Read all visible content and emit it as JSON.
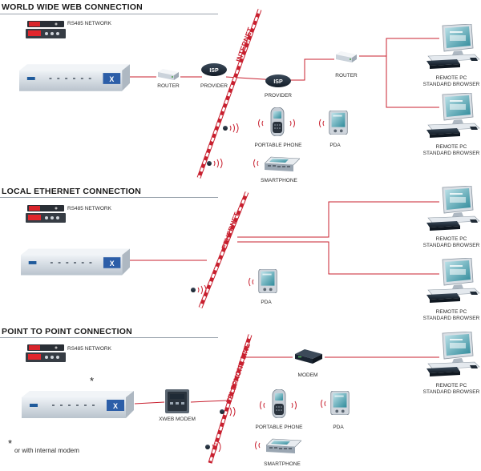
{
  "sections": [
    {
      "title": "WORLD WIDE WEB CONNECTION"
    },
    {
      "title": "LOCAL ETHERNET CONNECTION"
    },
    {
      "title": "POINT TO POINT CONNECTION"
    }
  ],
  "labels": {
    "rs485": "RS485 NETWORK",
    "router": "ROUTER",
    "provider": "PROVIDER",
    "isp": "ISP",
    "portable_phone": "PORTABLE PHONE",
    "pda": "PDA",
    "smartphone": "SMARTPHONE",
    "remote_pc": "REMOTE PC",
    "standard_browser": "STANDARD BROWSER",
    "modem": "MODEM",
    "xweb_modem": "XWEB MODEM",
    "xweb": "XWEB"
  },
  "lines": {
    "internet": "INTERNET",
    "ethernet": "ETHERNET",
    "telephone": "TELEPHONE LINE"
  },
  "footnote": {
    "star": "*",
    "text": "or with internal modem"
  },
  "colors": {
    "connection": "#c8202f",
    "device_body": "#dfe5ec",
    "device_shadow": "#9aa6b2",
    "screen": "#2f8a9a",
    "dark": "#1b2a3a"
  }
}
